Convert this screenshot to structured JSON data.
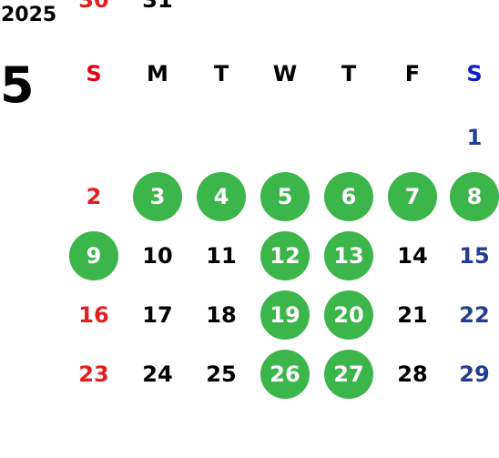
{
  "calendar": {
    "year": "2025",
    "month": "5",
    "weekdays": [
      "S",
      "M",
      "T",
      "W",
      "T",
      "F",
      "S"
    ],
    "first_day_column": 6,
    "days_in_month": 31,
    "highlighted_days": [
      3,
      4,
      5,
      6,
      7,
      8,
      9,
      12,
      13,
      19,
      20,
      26,
      27
    ],
    "colors": {
      "highlight": "#3cb54a",
      "sunday": "#e21f1f",
      "saturday": "#233e91",
      "sunday_header": "#e60012",
      "saturday_header": "#0a1fcc",
      "weekday": "#000000",
      "highlight_text": "#ffffff"
    }
  }
}
